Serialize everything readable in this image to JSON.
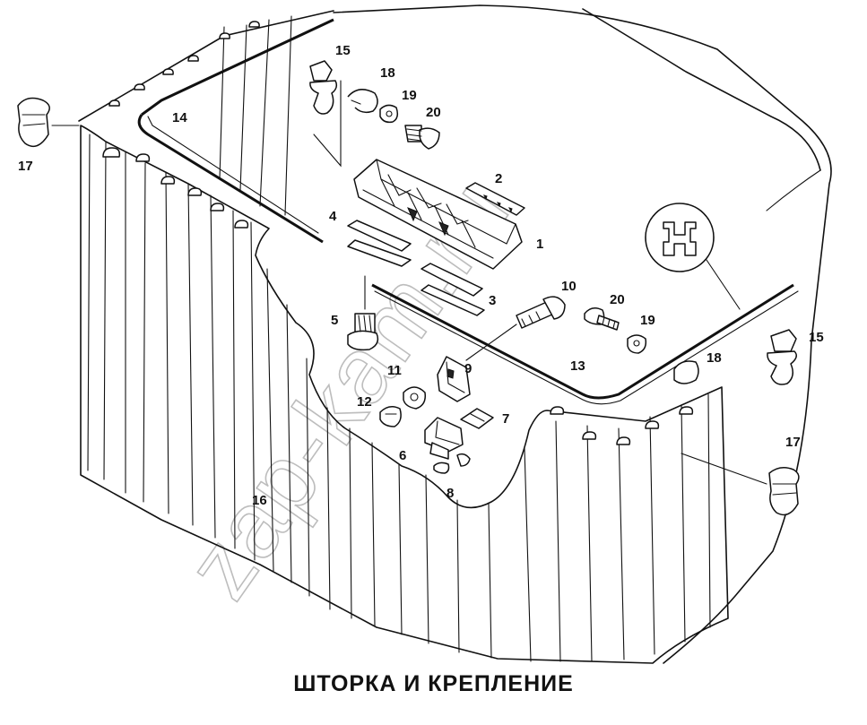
{
  "caption": "ШТОРКА И КРЕПЛЕНИЕ",
  "watermark": "zap-kam.ru",
  "callouts": {
    "n1": "1",
    "n2": "2",
    "n3": "3",
    "n4": "4",
    "n5": "5",
    "n6": "6",
    "n7": "7",
    "n8": "8",
    "n9": "9",
    "n10": "10",
    "n11": "11",
    "n12": "12",
    "n13": "13",
    "n14": "14",
    "n15a": "15",
    "n15b": "15",
    "n16": "16",
    "n17a": "17",
    "n17b": "17",
    "n18a": "18",
    "n18b": "18",
    "n19a": "19",
    "n19b": "19",
    "n20a": "20",
    "n20b": "20"
  },
  "colors": {
    "line": "#111111",
    "watermark": "#bdbdbd",
    "background": "#ffffff"
  }
}
